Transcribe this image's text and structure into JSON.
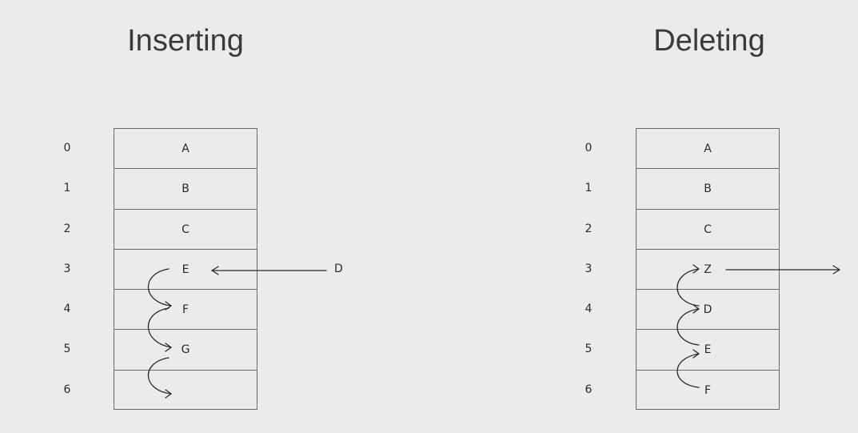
{
  "insert_panel": {
    "title": "Inserting",
    "indices": [
      "0",
      "1",
      "2",
      "3",
      "4",
      "5",
      "6"
    ],
    "cells": [
      "A",
      "B",
      "C",
      "E",
      "F",
      "G",
      ""
    ],
    "new_value": "D"
  },
  "delete_panel": {
    "title": "Deleting",
    "indices": [
      "0",
      "1",
      "2",
      "3",
      "4",
      "5",
      "6"
    ],
    "cells": [
      "A",
      "B",
      "C",
      "Z",
      "D",
      "E",
      "F"
    ]
  },
  "colors": {
    "background": "#ebebeb",
    "line": "#2a2a2a",
    "border": "#6a6a6a"
  }
}
